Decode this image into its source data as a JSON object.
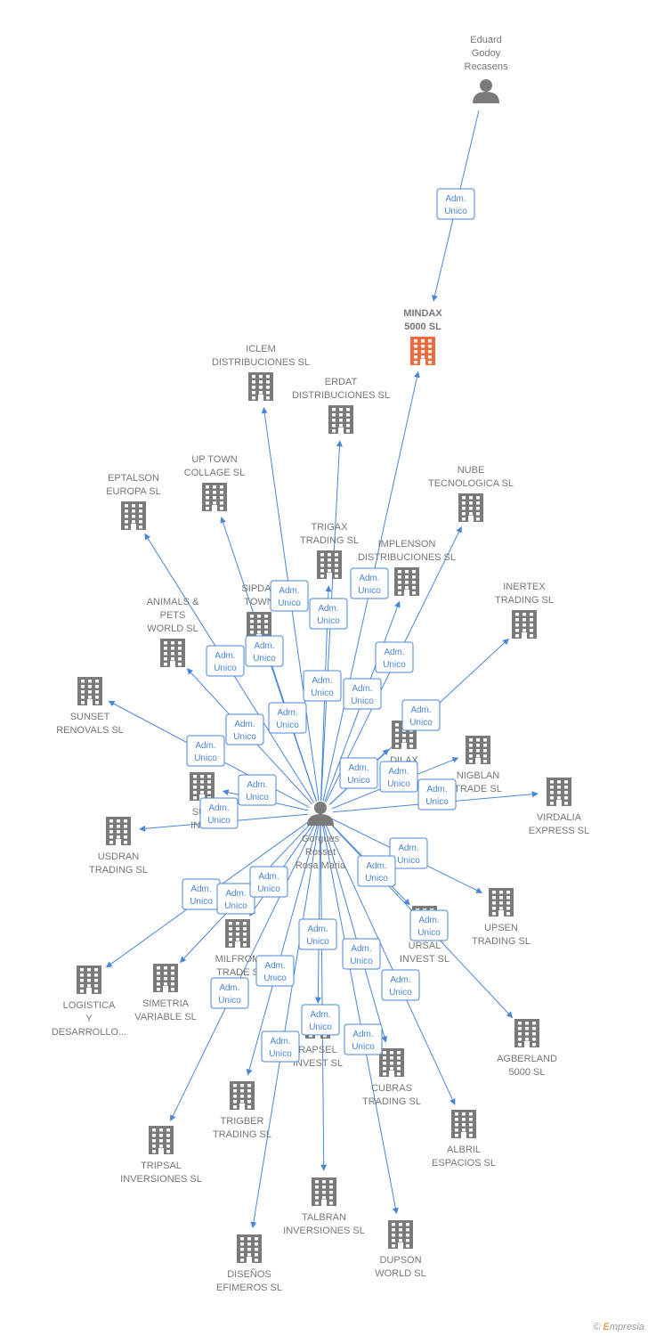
{
  "colors": {
    "edge": "#4a86d8",
    "node": "#7a7a7a",
    "highlight": "#f26a3d",
    "label": "#777777"
  },
  "badge_label": [
    "Adm.",
    "Unico"
  ],
  "brand": {
    "copyright": "©",
    "name_first": "E",
    "name_rest": "mpresia"
  },
  "nodes": [
    {
      "id": "eduard",
      "type": "person",
      "label": [
        "Eduard",
        "Godoy",
        "Recasens"
      ]
    },
    {
      "id": "gorgues",
      "type": "person",
      "label": [
        "Gorgues",
        "Rosset",
        "Rosa Maria"
      ]
    },
    {
      "id": "mindax",
      "type": "company",
      "highlight": true,
      "label": [
        "MINDAX",
        "5000  SL"
      ]
    },
    {
      "id": "iclem",
      "type": "company",
      "label": [
        "ICLEM",
        "DISTRIBUCIONES SL"
      ]
    },
    {
      "id": "erdat",
      "type": "company",
      "label": [
        "ERDAT",
        "DISTRIBUCIONES SL"
      ]
    },
    {
      "id": "uptown",
      "type": "company",
      "label": [
        "UP TOWN",
        "COLLAGE SL"
      ]
    },
    {
      "id": "eptalson",
      "type": "company",
      "label": [
        "EPTALSON",
        "EUROPA SL"
      ]
    },
    {
      "id": "nube",
      "type": "company",
      "label": [
        "NUBE",
        "TECNOLOGICA SL"
      ]
    },
    {
      "id": "trigax",
      "type": "company",
      "label": [
        "TRIGAX",
        "TRADING SL"
      ]
    },
    {
      "id": "implenson",
      "type": "company",
      "label": [
        "IMPLENSON",
        "DISTRIBUCIONES SL"
      ]
    },
    {
      "id": "inertex",
      "type": "company",
      "label": [
        "INERTEX",
        "TRADING SL"
      ]
    },
    {
      "id": "animals",
      "type": "company",
      "label": [
        "ANIMALS &",
        "PETS",
        "WORLD SL"
      ]
    },
    {
      "id": "sipdal",
      "type": "company",
      "label": [
        "SIPDAL",
        "TOWN"
      ]
    },
    {
      "id": "sunset",
      "type": "company",
      "label": [
        "SUNSET",
        "RENOVALS SL"
      ]
    },
    {
      "id": "dilax",
      "type": "company",
      "label": [
        "DILAX",
        "SL"
      ]
    },
    {
      "id": "nigblan",
      "type": "company",
      "label": [
        "NIGBLAN",
        "TRADE SL"
      ]
    },
    {
      "id": "virdalia",
      "type": "company",
      "label": [
        "VIRDALIA",
        "EXPRESS SL"
      ]
    },
    {
      "id": "sub",
      "type": "company",
      "label": [
        "SUB",
        "INVE"
      ]
    },
    {
      "id": "usdran",
      "type": "company",
      "label": [
        "USDRAN",
        "TRADING SL"
      ]
    },
    {
      "id": "upsen",
      "type": "company",
      "label": [
        "UPSEN",
        "TRADING SL"
      ]
    },
    {
      "id": "ursal",
      "type": "company",
      "label": [
        "URSAL",
        "INVEST SL"
      ]
    },
    {
      "id": "logistica",
      "type": "company",
      "label": [
        "LOGISTICA",
        "Y",
        "DESARROLLO..."
      ]
    },
    {
      "id": "simetria",
      "type": "company",
      "label": [
        "SIMETRIA",
        "VARIABLE SL"
      ]
    },
    {
      "id": "milfrom",
      "type": "company",
      "label": [
        "MILFROM",
        "TRADE S"
      ]
    },
    {
      "id": "agberland",
      "type": "company",
      "label": [
        "AGBERLAND",
        "5000 SL"
      ]
    },
    {
      "id": "rapsel",
      "type": "company",
      "label": [
        "RAPSEL",
        "INVEST SL"
      ]
    },
    {
      "id": "cubras",
      "type": "company",
      "label": [
        "CUBRAS",
        "TRADING SL"
      ]
    },
    {
      "id": "trigber",
      "type": "company",
      "label": [
        "TRIGBER",
        "TRADING SL"
      ]
    },
    {
      "id": "albril",
      "type": "company",
      "label": [
        "ALBRIL",
        "ESPACIOS SL"
      ]
    },
    {
      "id": "tripsal",
      "type": "company",
      "label": [
        "TRIPSAL",
        "INVERSIONES SL"
      ]
    },
    {
      "id": "talbran",
      "type": "company",
      "label": [
        "TALBRAN",
        "INVERSIONES SL"
      ]
    },
    {
      "id": "dupson",
      "type": "company",
      "label": [
        "DUPSON",
        "WORLD SL"
      ]
    },
    {
      "id": "disenos",
      "type": "company",
      "label": [
        "DISEÑOS",
        "EFIMEROS SL"
      ]
    }
  ],
  "edges": [
    {
      "from": "eduard",
      "to": "mindax"
    },
    {
      "from": "gorgues",
      "to": "mindax"
    },
    {
      "from": "gorgues",
      "to": "iclem"
    },
    {
      "from": "gorgues",
      "to": "erdat"
    },
    {
      "from": "gorgues",
      "to": "uptown"
    },
    {
      "from": "gorgues",
      "to": "eptalson"
    },
    {
      "from": "gorgues",
      "to": "nube"
    },
    {
      "from": "gorgues",
      "to": "trigax"
    },
    {
      "from": "gorgues",
      "to": "implenson"
    },
    {
      "from": "gorgues",
      "to": "inertex"
    },
    {
      "from": "gorgues",
      "to": "animals"
    },
    {
      "from": "gorgues",
      "to": "sipdal"
    },
    {
      "from": "gorgues",
      "to": "sunset"
    },
    {
      "from": "gorgues",
      "to": "dilax"
    },
    {
      "from": "gorgues",
      "to": "nigblan"
    },
    {
      "from": "gorgues",
      "to": "virdalia"
    },
    {
      "from": "gorgues",
      "to": "sub"
    },
    {
      "from": "gorgues",
      "to": "usdran"
    },
    {
      "from": "gorgues",
      "to": "upsen"
    },
    {
      "from": "gorgues",
      "to": "ursal"
    },
    {
      "from": "gorgues",
      "to": "logistica"
    },
    {
      "from": "gorgues",
      "to": "simetria"
    },
    {
      "from": "gorgues",
      "to": "milfrom"
    },
    {
      "from": "gorgues",
      "to": "agberland"
    },
    {
      "from": "gorgues",
      "to": "rapsel"
    },
    {
      "from": "gorgues",
      "to": "cubras"
    },
    {
      "from": "gorgues",
      "to": "trigber"
    },
    {
      "from": "gorgues",
      "to": "albril"
    },
    {
      "from": "gorgues",
      "to": "tripsal"
    },
    {
      "from": "gorgues",
      "to": "talbran"
    },
    {
      "from": "gorgues",
      "to": "dupson"
    },
    {
      "from": "gorgues",
      "to": "disenos"
    }
  ]
}
